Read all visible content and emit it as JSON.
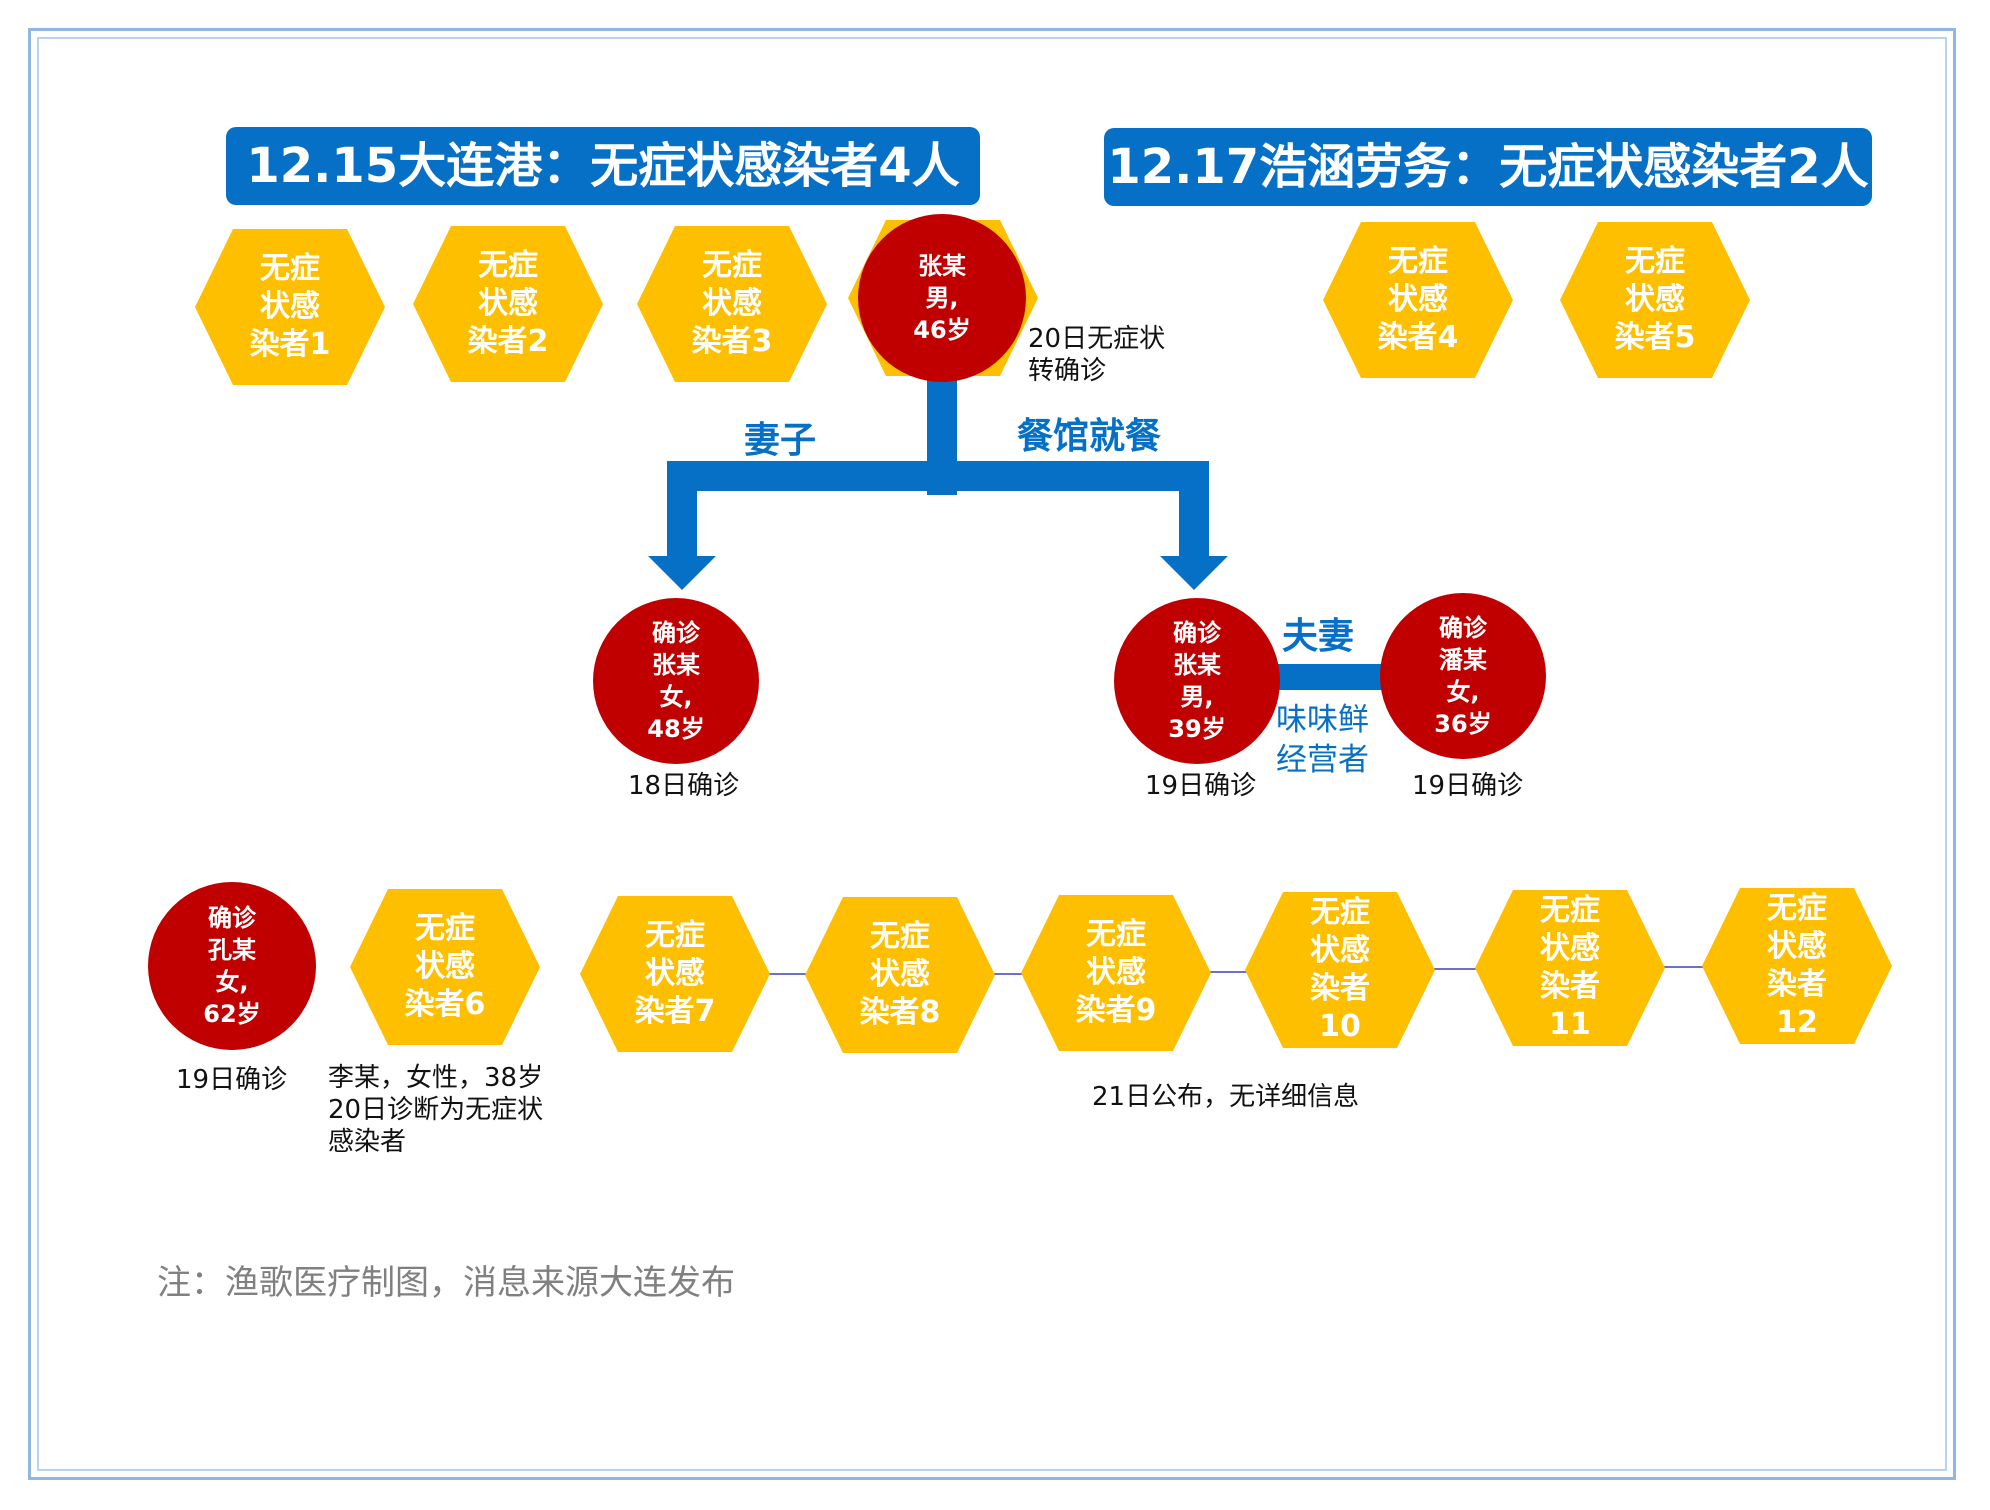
{
  "banners": {
    "left": "12.15大连港：无症状感染者4人",
    "right": "12.17浩涵劳务：无症状感染者2人"
  },
  "top_hexes": [
    "无症\n状感\n染者1",
    "无症\n状感\n染者2",
    "无症\n状感\n染者3",
    "无症\n状感\n染者4",
    "无症\n状感\n染者5"
  ],
  "index_case": {
    "label": "张某\n男,\n46岁",
    "note": "20日无症状\n转确诊"
  },
  "edges": {
    "wife": "妻子",
    "restaurant": "餐馆就餐",
    "spouse": "夫妻",
    "operator": "味味鲜\n经营者"
  },
  "cases": [
    {
      "label": "确诊\n张某\n女,\n48岁",
      "note": "18日确诊"
    },
    {
      "label": "确诊\n张某\n男,\n39岁",
      "note": "19日确诊"
    },
    {
      "label": "确诊\n潘某\n女,\n36岁",
      "note": "19日确诊"
    },
    {
      "label": "确诊\n孔某\n女,\n62岁",
      "note": "19日确诊"
    }
  ],
  "bottom_hexes": [
    "无症\n状感\n染者6",
    "无症\n状感\n染者7",
    "无症\n状感\n染者8",
    "无症\n状感\n染者9",
    "无症\n状感\n染者\n10",
    "无症\n状感\n染者\n11",
    "无症\n状感\n染者\n12"
  ],
  "notes": {
    "case6": "李某，女性，38岁\n20日诊断为无症状\n感染者",
    "published": "21日公布，无详细信息",
    "footer": "注：渔歌医疗制图，消息来源大连发布"
  },
  "colors": {
    "hex": "#fdbf00",
    "case": "#c00000",
    "accent": "#0670c6"
  }
}
